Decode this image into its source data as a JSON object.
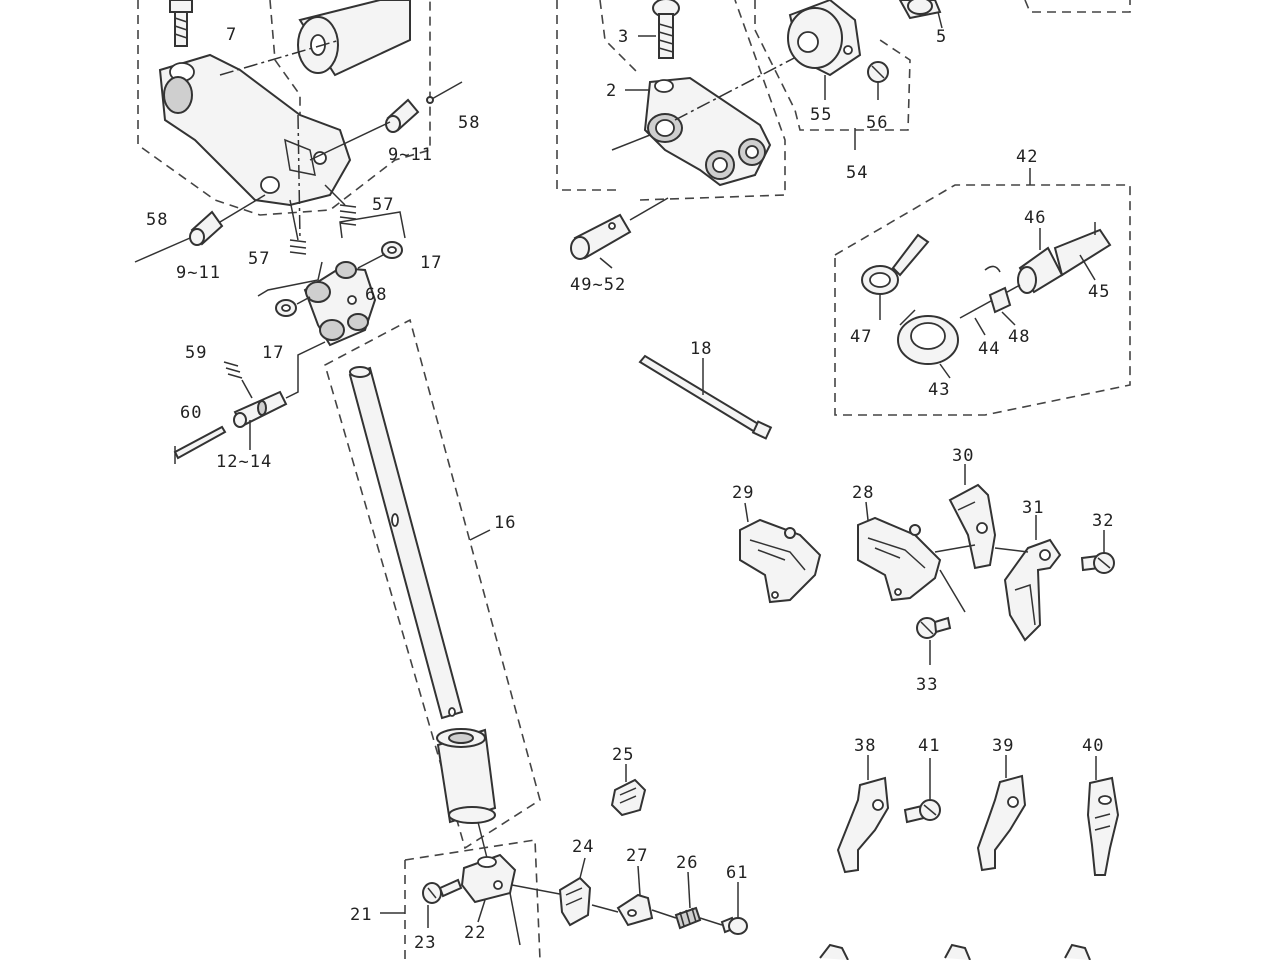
{
  "callouts": [
    {
      "id": "c7",
      "label": "7"
    },
    {
      "id": "c58a",
      "label": "58"
    },
    {
      "id": "c9_11a",
      "label": "9~11"
    },
    {
      "id": "c57a",
      "label": "57"
    },
    {
      "id": "c58b",
      "label": "58"
    },
    {
      "id": "c9_11b",
      "label": "9~11"
    },
    {
      "id": "c57b",
      "label": "57"
    },
    {
      "id": "c17a",
      "label": "17"
    },
    {
      "id": "c68",
      "label": "68"
    },
    {
      "id": "c17b",
      "label": "17"
    },
    {
      "id": "c59",
      "label": "59"
    },
    {
      "id": "c60",
      "label": "60"
    },
    {
      "id": "c12_14",
      "label": "12~14"
    },
    {
      "id": "c16",
      "label": "16"
    },
    {
      "id": "c3",
      "label": "3"
    },
    {
      "id": "c2",
      "label": "2"
    },
    {
      "id": "c5",
      "label": "5"
    },
    {
      "id": "c55",
      "label": "55"
    },
    {
      "id": "c56",
      "label": "56"
    },
    {
      "id": "c54",
      "label": "54"
    },
    {
      "id": "c49_52",
      "label": "49~52"
    },
    {
      "id": "c42",
      "label": "42"
    },
    {
      "id": "c46",
      "label": "46"
    },
    {
      "id": "c45",
      "label": "45"
    },
    {
      "id": "c47",
      "label": "47"
    },
    {
      "id": "c44",
      "label": "44"
    },
    {
      "id": "c48",
      "label": "48"
    },
    {
      "id": "c43",
      "label": "43"
    },
    {
      "id": "c18",
      "label": "18"
    },
    {
      "id": "c30",
      "label": "30"
    },
    {
      "id": "c29",
      "label": "29"
    },
    {
      "id": "c28",
      "label": "28"
    },
    {
      "id": "c31",
      "label": "31"
    },
    {
      "id": "c32",
      "label": "32"
    },
    {
      "id": "c33",
      "label": "33"
    },
    {
      "id": "c25",
      "label": "25"
    },
    {
      "id": "c38",
      "label": "38"
    },
    {
      "id": "c41",
      "label": "41"
    },
    {
      "id": "c39",
      "label": "39"
    },
    {
      "id": "c40",
      "label": "40"
    },
    {
      "id": "c24",
      "label": "24"
    },
    {
      "id": "c27",
      "label": "27"
    },
    {
      "id": "c26",
      "label": "26"
    },
    {
      "id": "c61",
      "label": "61"
    },
    {
      "id": "c21",
      "label": "21"
    },
    {
      "id": "c23",
      "label": "23"
    },
    {
      "id": "c22",
      "label": "22"
    }
  ]
}
